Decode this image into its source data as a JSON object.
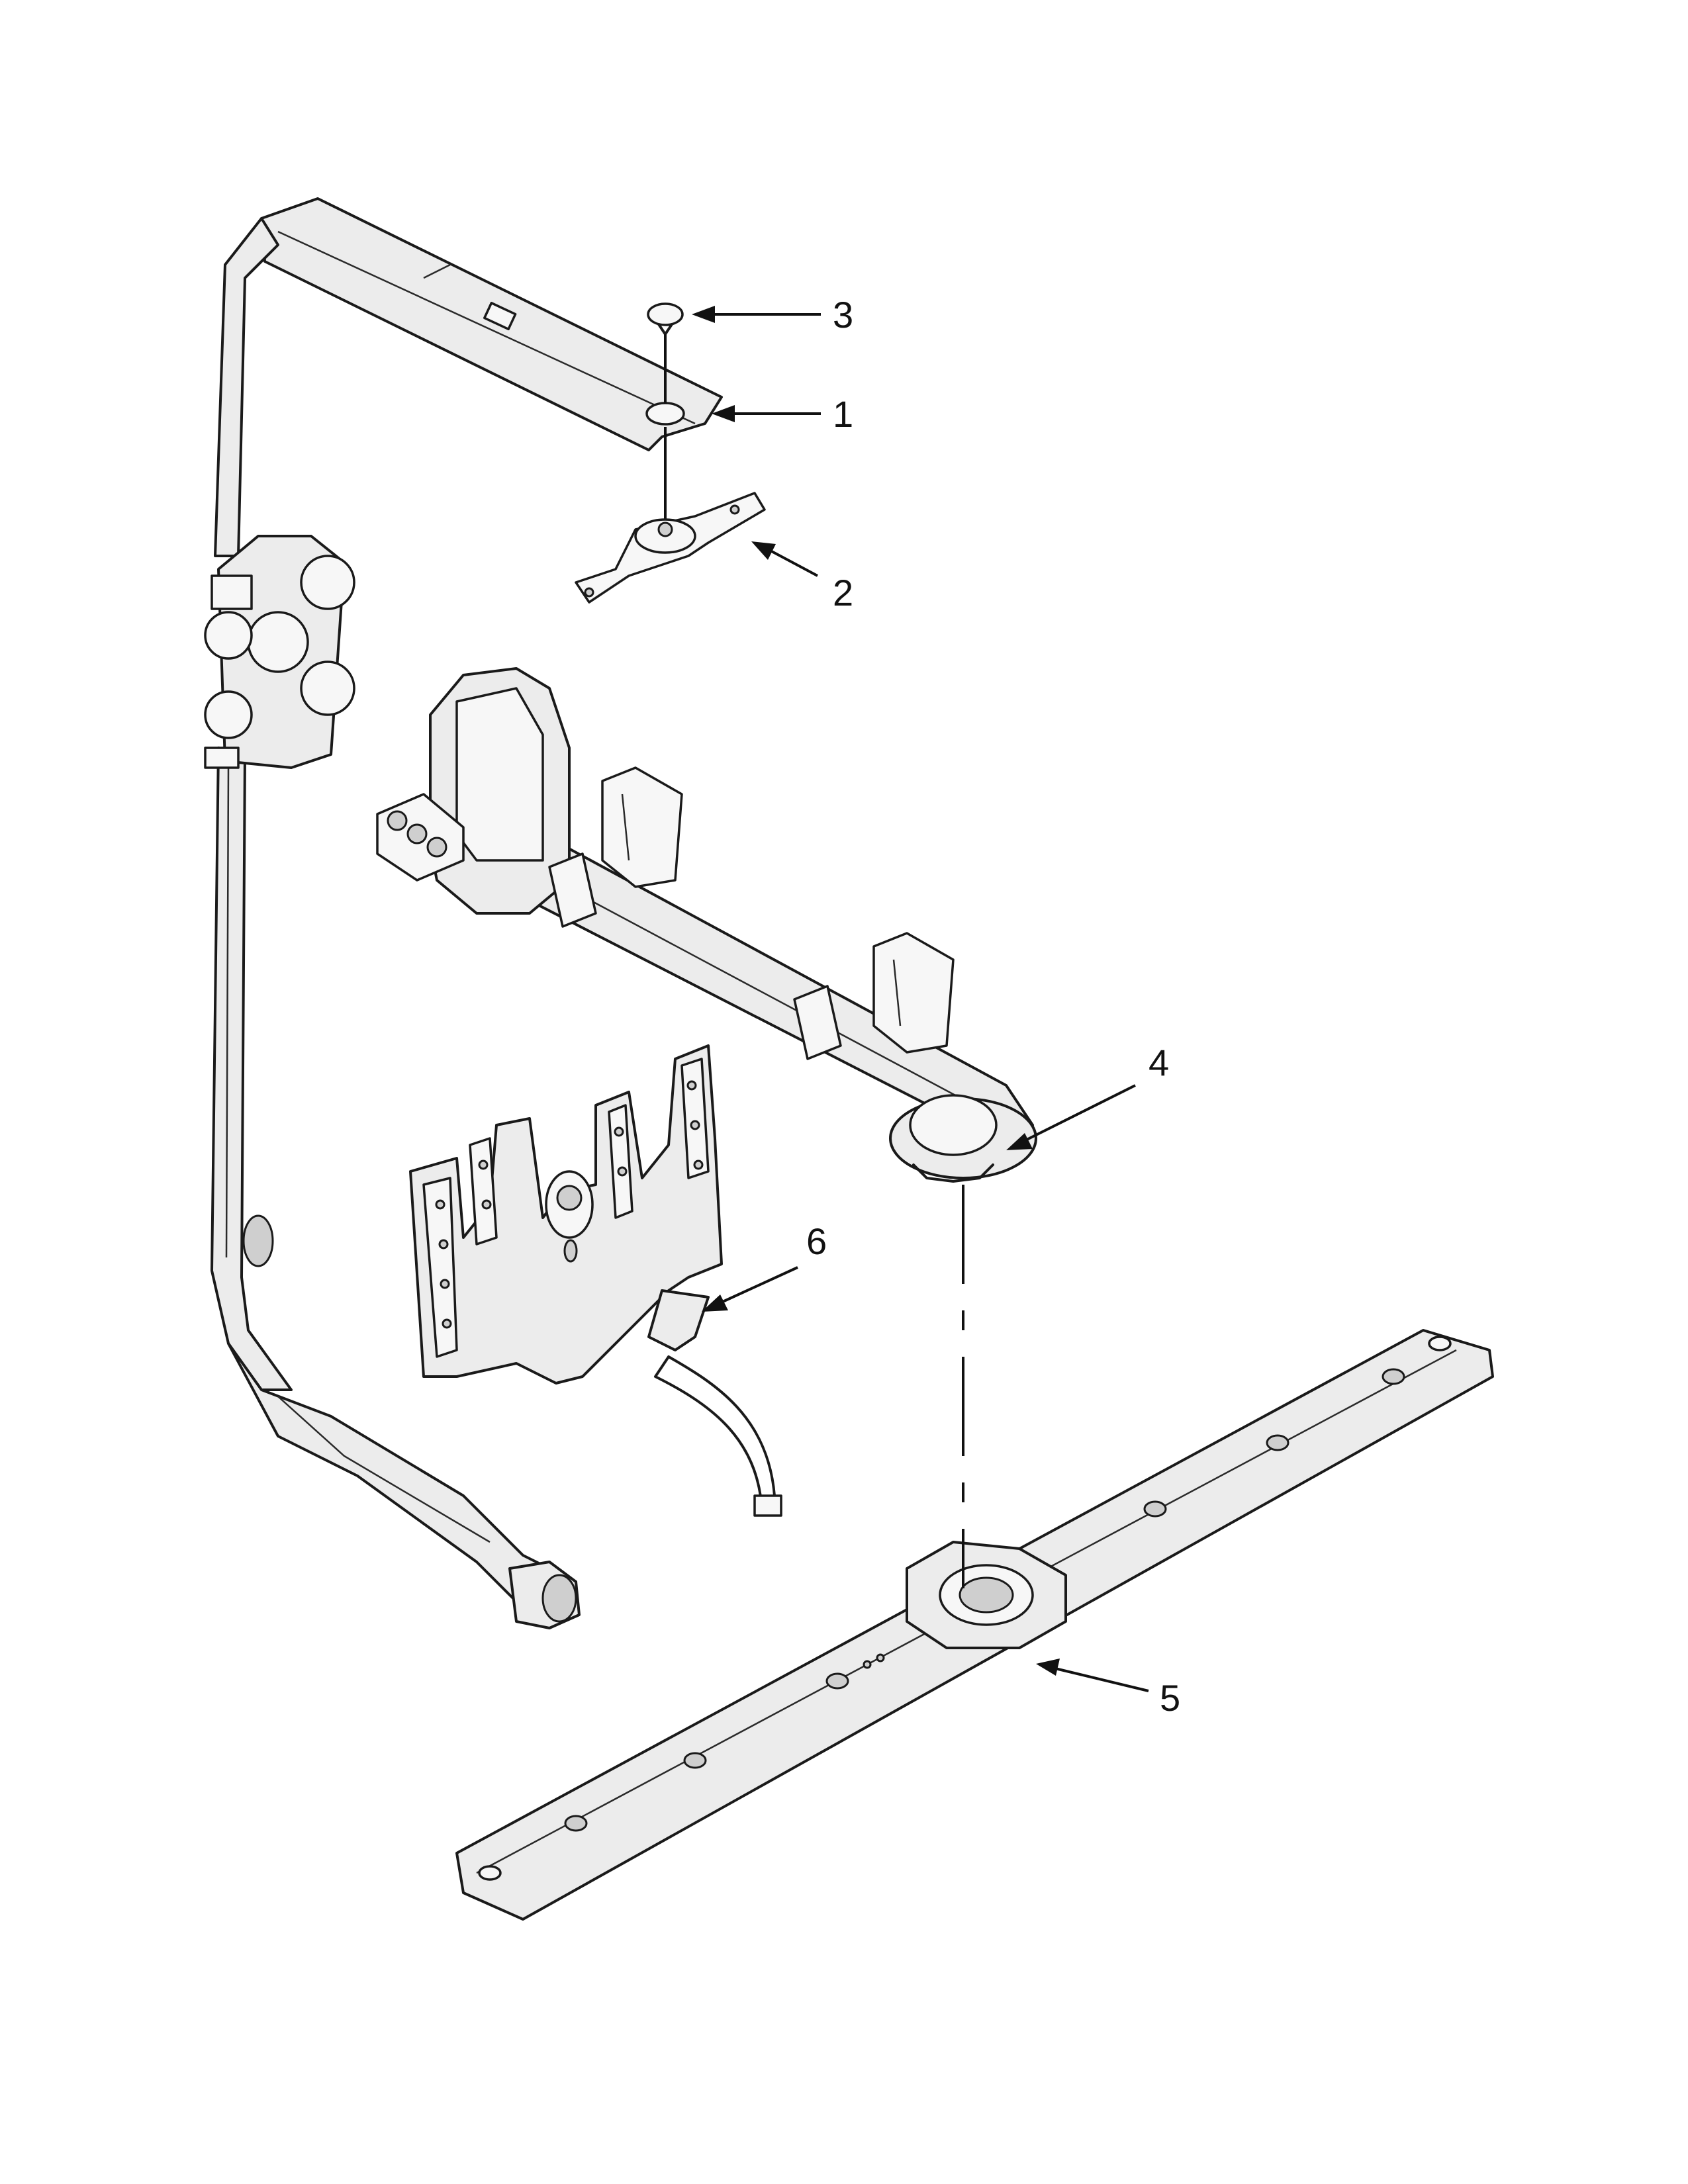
{
  "callouts": [
    {
      "id": "1",
      "label": "1"
    },
    {
      "id": "2",
      "label": "2"
    },
    {
      "id": "3",
      "label": "3"
    },
    {
      "id": "4",
      "label": "4"
    },
    {
      "id": "5",
      "label": "5"
    },
    {
      "id": "6",
      "label": "6"
    }
  ],
  "colors": {
    "ink": "#1a1a1a",
    "shade": "#ececec",
    "background": "#ffffff"
  }
}
